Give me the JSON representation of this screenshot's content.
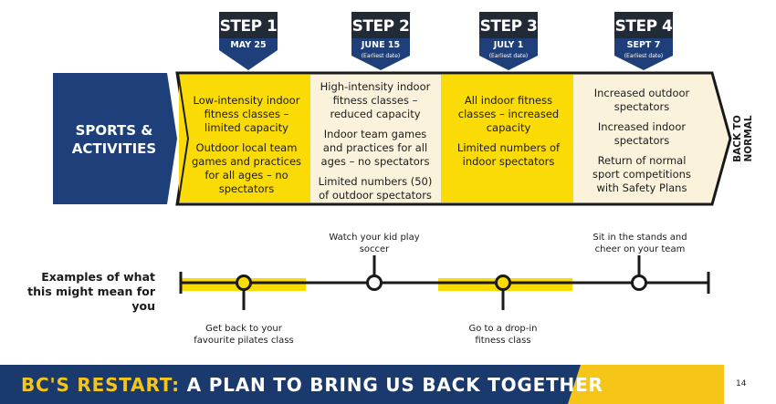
{
  "steps": [
    {
      "title": "STEP 1",
      "date": "MAY 25",
      "note": ""
    },
    {
      "title": "STEP 2",
      "date": "JUNE 15",
      "note": "(Earliest date)"
    },
    {
      "title": "STEP 3",
      "date": "JULY 1",
      "note": "(Earliest date)"
    },
    {
      "title": "STEP 4",
      "date": "SEPT 7",
      "note": "(Earliest date)"
    }
  ],
  "banner": {
    "label_line1": "SPORTS &",
    "label_line2": "ACTIVITIES",
    "back_to_normal_line1": "BACK TO",
    "back_to_normal_line2": "NORMAL"
  },
  "phases": [
    {
      "paragraphs": [
        "Low-intensity indoor fitness classes – limited capacity",
        "Outdoor local team games and practices for all ages – no spectators"
      ]
    },
    {
      "paragraphs": [
        "High-intensity indoor fitness classes – reduced capacity",
        "Indoor team games and practices for all ages – no spectators",
        "Limited numbers (50) of outdoor spectators"
      ]
    },
    {
      "paragraphs": [
        "All indoor fitness classes – increased capacity",
        "Limited numbers of indoor spectators"
      ]
    },
    {
      "paragraphs": [
        "Increased outdoor spectators",
        "Increased indoor spectators",
        "Return of normal sport competitions with Safety Plans"
      ]
    }
  ],
  "timeline": {
    "label": "Examples of what this might mean for you",
    "examples": [
      {
        "text": "Get back to your favourite pilates class"
      },
      {
        "text": "Watch your kid play soccer"
      },
      {
        "text": "Go to a drop-in fitness class"
      },
      {
        "text": "Sit in the stands and cheer on your team"
      }
    ]
  },
  "footer": {
    "title_highlight": "BC'S RESTART:",
    "title_rest": "A PLAN TO BRING US BACK TOGETHER",
    "page_number": "14"
  },
  "colors": {
    "navy": "#1e3f7a",
    "yellow": "#fbdb06",
    "cream": "#fbf2dc",
    "footer_navy": "#1a3a6e",
    "footer_yellow": "#f5c518"
  }
}
